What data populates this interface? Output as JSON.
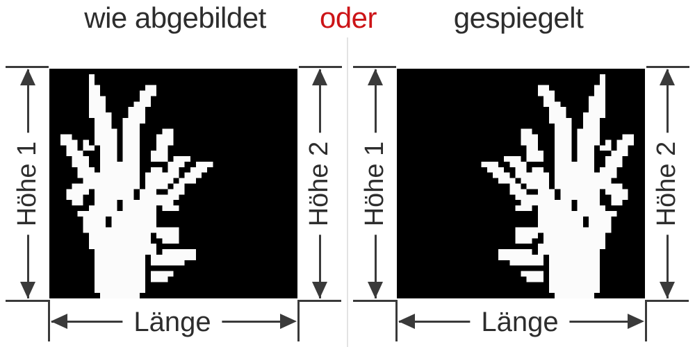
{
  "header": {
    "option_left": "wie abgebildet",
    "conjunction": "oder",
    "option_right": "gespiegelt"
  },
  "diagrams": [
    {
      "variant": "as-shown",
      "mirrored": false,
      "height_left_label": "Höhe 1",
      "height_right_label": "Höhe 2",
      "length_label": "Länge"
    },
    {
      "variant": "mirrored",
      "mirrored": true,
      "height_left_label": "Höhe 1",
      "height_right_label": "Höhe 2",
      "length_label": "Länge"
    }
  ],
  "colors": {
    "ink": "#2d2d2d",
    "accent_red": "#cc1417",
    "line": "#3a3a3a",
    "canvas": "#000000",
    "grass": "#fbfbfb",
    "divider": "#e3e3e3"
  },
  "grass_grid": {
    "cell": 8,
    "cols": 44,
    "rows": [
      [],
      [
        [
          7,
          7
        ]
      ],
      [
        [
          7,
          7
        ]
      ],
      [
        [
          7,
          8
        ],
        [
          17,
          18
        ]
      ],
      [
        [
          7,
          8
        ],
        [
          16,
          18
        ]
      ],
      [
        [
          7,
          9
        ],
        [
          16,
          17
        ]
      ],
      [
        [
          7,
          9
        ],
        [
          15,
          17
        ]
      ],
      [
        [
          7,
          9
        ],
        [
          14,
          16
        ]
      ],
      [
        [
          7,
          10
        ],
        [
          14,
          16
        ]
      ],
      [
        [
          8,
          10
        ],
        [
          13,
          16
        ]
      ],
      [
        [
          8,
          10
        ],
        [
          13,
          15
        ]
      ],
      [
        [
          8,
          11
        ],
        [
          13,
          15
        ],
        [
          20,
          21
        ]
      ],
      [
        [
          2,
          3
        ],
        [
          8,
          11
        ],
        [
          13,
          15
        ],
        [
          19,
          21
        ]
      ],
      [
        [
          2,
          4
        ],
        [
          6,
          6
        ],
        [
          8,
          11
        ],
        [
          13,
          15
        ],
        [
          19,
          21
        ]
      ],
      [
        [
          3,
          4
        ],
        [
          6,
          7
        ],
        [
          9,
          11
        ],
        [
          13,
          15
        ],
        [
          19,
          20
        ]
      ],
      [
        [
          3,
          5
        ],
        [
          9,
          11
        ],
        [
          13,
          15
        ],
        [
          18,
          20
        ]
      ],
      [
        [
          4,
          6
        ],
        [
          9,
          11
        ],
        [
          13,
          15
        ],
        [
          18,
          20
        ],
        [
          22,
          24
        ]
      ],
      [
        [
          4,
          6
        ],
        [
          9,
          15
        ],
        [
          21,
          23
        ],
        [
          26,
          28
        ]
      ],
      [
        [
          5,
          7
        ],
        [
          9,
          15
        ],
        [
          18,
          19
        ],
        [
          21,
          22
        ],
        [
          25,
          27
        ]
      ],
      [
        [
          5,
          7
        ],
        [
          8,
          15
        ],
        [
          17,
          19
        ],
        [
          20,
          22
        ],
        [
          24,
          26
        ]
      ],
      [
        [
          6,
          15
        ],
        [
          17,
          21
        ],
        [
          23,
          25
        ]
      ],
      [
        [
          4,
          7
        ],
        [
          8,
          15
        ],
        [
          17,
          20
        ],
        [
          22,
          23
        ]
      ],
      [
        [
          3,
          6
        ],
        [
          8,
          14
        ],
        [
          16,
          18
        ],
        [
          21,
          23
        ]
      ],
      [
        [
          3,
          5
        ],
        [
          8,
          14
        ],
        [
          16,
          18
        ],
        [
          19,
          22
        ]
      ],
      [
        [
          4,
          5
        ],
        [
          8,
          11
        ],
        [
          13,
          18
        ],
        [
          19,
          21
        ]
      ],
      [
        [
          7,
          11
        ],
        [
          13,
          18
        ],
        [
          20,
          22
        ]
      ],
      [
        [
          5,
          6
        ],
        [
          7,
          18
        ]
      ],
      [
        [
          6,
          9
        ],
        [
          11,
          18
        ]
      ],
      [
        [
          6,
          9
        ],
        [
          11,
          18
        ]
      ],
      [
        [
          6,
          18
        ],
        [
          19,
          22
        ]
      ],
      [
        [
          7,
          17
        ],
        [
          19,
          22
        ]
      ],
      [
        [
          7,
          17
        ],
        [
          20,
          22
        ]
      ],
      [
        [
          7,
          18
        ]
      ],
      [
        [
          8,
          18
        ],
        [
          20,
          25
        ]
      ],
      [
        [
          8,
          16
        ],
        [
          18,
          25
        ]
      ],
      [
        [
          8,
          16
        ],
        [
          18,
          23
        ]
      ],
      [
        [
          8,
          16
        ]
      ],
      [
        [
          8,
          16
        ],
        [
          18,
          21
        ]
      ],
      [
        [
          8,
          16
        ],
        [
          18,
          20
        ]
      ],
      [
        [
          8,
          16
        ]
      ],
      [
        [
          8,
          16
        ]
      ],
      [
        [
          9,
          15
        ]
      ]
    ]
  }
}
